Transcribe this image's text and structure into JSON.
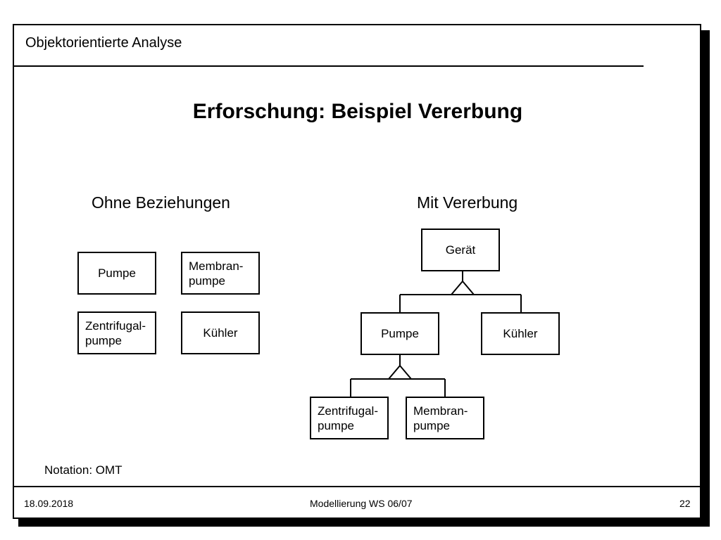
{
  "header": {
    "title": "Objektorientierte Analyse"
  },
  "slide": {
    "title": "Erforschung:  Beispiel Vererbung"
  },
  "left_section": {
    "heading": "Ohne Beziehungen",
    "boxes": [
      "Pumpe",
      "Membran-\npumpe",
      "Zentrifugal-\npumpe",
      "Kühler"
    ]
  },
  "right_section": {
    "heading": "Mit Vererbung",
    "root": "Gerät",
    "level1": [
      "Pumpe",
      "Kühler"
    ],
    "level2": [
      "Zentrifugal-\npumpe",
      "Membran-\npumpe"
    ]
  },
  "notation": "Notation: OMT",
  "footer": {
    "date": "18.09.2018",
    "course": "Modellierung WS 06/07",
    "page": "22"
  }
}
